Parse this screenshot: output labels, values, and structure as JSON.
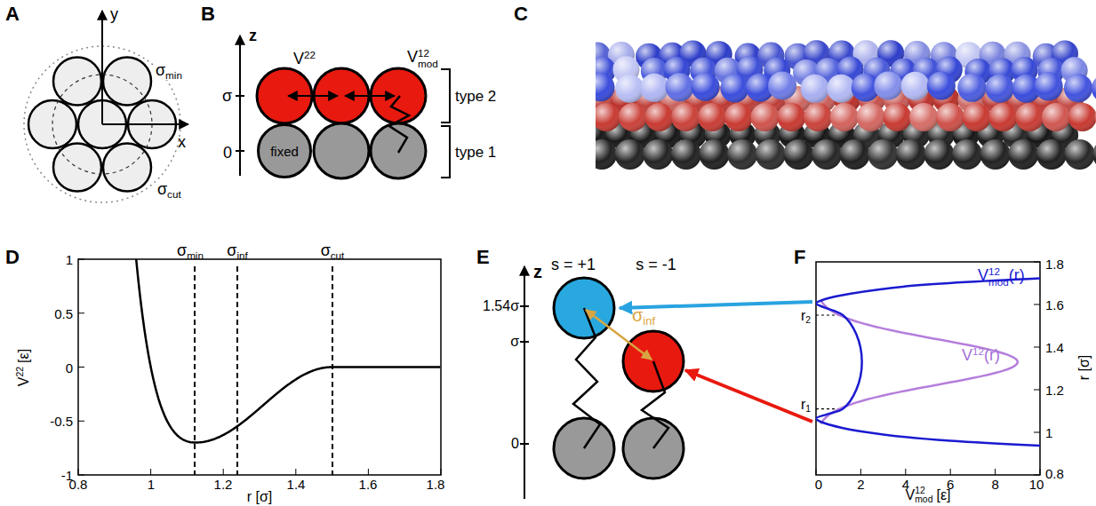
{
  "diagram": {
    "nodes": [
      {
        "text": [
          "fixed"
        ]
      }
    ],
    "labels": [
      "A",
      "y",
      "x",
      "σ",
      "min",
      "σ",
      "cut",
      "B",
      "z",
      "σ",
      "0",
      "V",
      "22",
      "V",
      "12",
      "mod",
      "type 2",
      "type 1",
      "C",
      "D",
      "1",
      "0.5",
      "0",
      "-0.5",
      "-1",
      "0.8",
      "1",
      "1.2",
      "1.4",
      "1.6",
      "1.8",
      "V",
      "22",
      "[ε]",
      "r [σ]",
      "σ",
      "min",
      "σ",
      "inf",
      "σ",
      "cut",
      "E",
      "s = +1",
      "s = -1",
      "z",
      "1.54σ",
      "σ",
      "0",
      "σ",
      "inf",
      "F",
      "V",
      "12",
      "mod",
      "(r)",
      "V",
      "12",
      "(r)",
      "r",
      "2",
      "r",
      "1",
      "1.8",
      "1.6",
      "1.4",
      "1.2",
      "1",
      "0.8",
      "0",
      "2",
      "4",
      "6",
      "8",
      "10",
      "V",
      "12",
      "mod",
      "[ε]",
      "r [σ]"
    ]
  }
}
